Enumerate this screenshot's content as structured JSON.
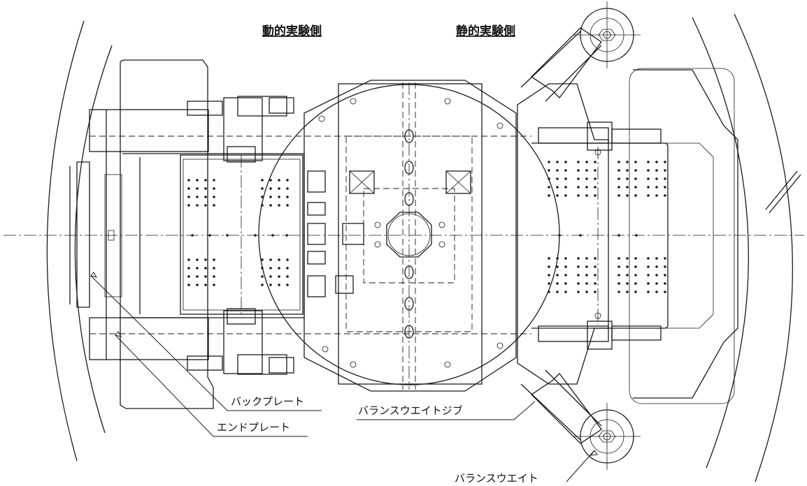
{
  "headers": {
    "dynamic_side": "動的実験側",
    "static_side": "静的実験側"
  },
  "labels": {
    "back_plate": "バックプレート",
    "end_plate": "エンドプレート",
    "balance_weight_jib": "バランスウエイトジブ",
    "balance_weight": "バランスウエイト"
  }
}
